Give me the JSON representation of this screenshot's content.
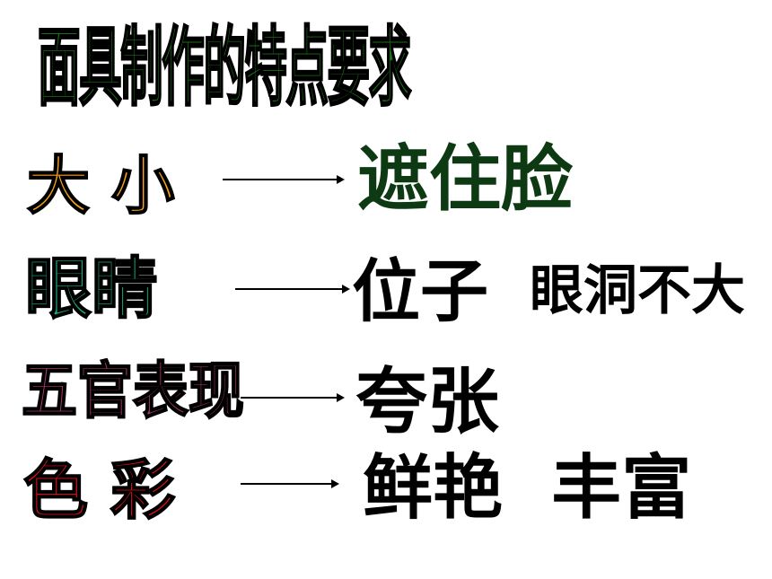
{
  "title": {
    "text": "面具制作的特点要求",
    "color": "#1a6e16"
  },
  "rows": [
    {
      "label": "大 小",
      "label_color": "#f5a21c",
      "result": "遮住脸",
      "result_color": "#0d3a12",
      "result_suffix": ""
    },
    {
      "label": "眼睛",
      "label_color": "#1aaa82",
      "result": "位子",
      "result_color": "#000000",
      "result_suffix": "眼洞不大"
    },
    {
      "label": "五官表现",
      "label_color": "#b03a70",
      "result": "夸张",
      "result_color": "#000000",
      "result_suffix": ""
    },
    {
      "label": "色 彩",
      "label_color": "#e0121a",
      "result": "鲜艳  丰富",
      "result_color": "#000000",
      "result_suffix": ""
    }
  ]
}
